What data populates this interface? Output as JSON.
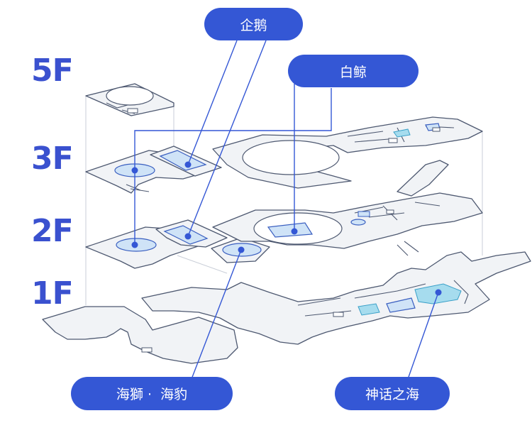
{
  "floors": [
    {
      "id": "5f",
      "label": "5F"
    },
    {
      "id": "3f",
      "label": "3F"
    },
    {
      "id": "2f",
      "label": "2F"
    },
    {
      "id": "1f",
      "label": "1F"
    }
  ],
  "callouts": {
    "penguin": "企鹅",
    "beluga": "白鲸",
    "sealion_seal": "海獅 ·  海豹",
    "myth_sea": "神话之海"
  },
  "colors": {
    "accent": "#3457d5",
    "floor_fill": "#f1f3f6",
    "floor_stroke": "#4d5870",
    "highlight": "#cfe3f7",
    "highlight_cyan": "#a6dcee",
    "line": "#3457d5"
  }
}
